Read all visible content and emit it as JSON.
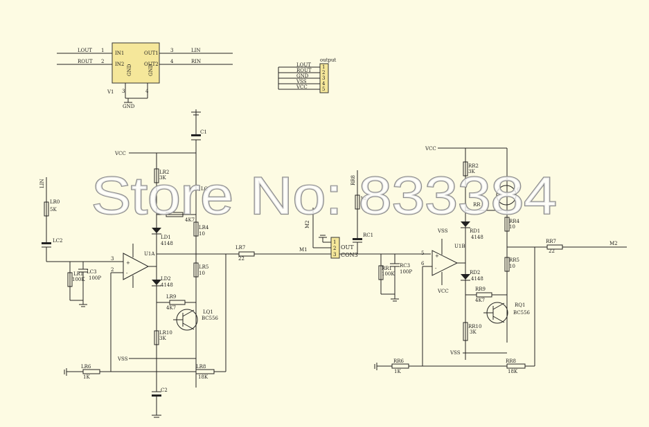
{
  "ic": {
    "pins": [
      "IN1",
      "IN2",
      "OUT1",
      "OUT2",
      "GND",
      "GND"
    ],
    "pin_numbers": [
      "1",
      "2",
      "3",
      "4",
      "3",
      "4"
    ],
    "left_nets": [
      "LOUT",
      "ROUT"
    ],
    "right_nets": [
      "LIN",
      "RIN"
    ],
    "ref": "V1",
    "gnd": "GND"
  },
  "output_header": {
    "title": "output",
    "pins": [
      "LOUT",
      "ROUT",
      "GND",
      "VSS",
      "VCC"
    ],
    "numbers": [
      "1",
      "2",
      "3",
      "4",
      "5"
    ]
  },
  "left_channel": {
    "labels": {
      "c1": "C1",
      "lr0": "LR0",
      "lr0_v": "5K",
      "lr0_net": "LIN",
      "lc2": "LC2",
      "lr1": "LR1",
      "lr1_v": "100K",
      "lc3": "LC3",
      "lc3_v": "100P",
      "u1a": "U1A",
      "ld1": "LD1",
      "ld1_v": "4148",
      "ld2": "LD2",
      "ld2_v": "4148",
      "lr2": "LR2",
      "lr2_v": "3K",
      "lr3_v": "4K7",
      "lr4": "LR4",
      "lr4_v": "10",
      "lr5": "LR5",
      "lr5_v": "10",
      "lr7": "LR7",
      "lr7_v": "22",
      "lr9": "LR9",
      "lr9_v": "4K7",
      "lq1": "LQ1",
      "lq1_v": "BC556",
      "lr10": "LR10",
      "lr10_v": "3K",
      "lr6": "LR6",
      "lr6_v": "1K",
      "lr8": "LR8",
      "lr8_v": "18K",
      "c2": "C2",
      "vcc": "VCC",
      "vss": "VSS",
      "m1": "M1",
      "plus": "+",
      "minus": "-",
      "pin3": "3",
      "pin2": "2",
      "lq_partial": "LQ"
    }
  },
  "out_con": {
    "ref": "OUT",
    "name": "CON3",
    "numbers": [
      "1",
      "2",
      "3"
    ],
    "m2": "M2",
    "m1": "M1"
  },
  "right_channel": {
    "labels": {
      "rr8": "RR8",
      "rr8_v": "18",
      "rc1": "RC1",
      "rr1": "RR1",
      "rr1_v": "100K",
      "rc3": "RC3",
      "rc3_v": "100P",
      "vcc": "VCC",
      "vss": "VSS",
      "u1b": "U1B",
      "rd1": "RD1",
      "rd1_v": "4148",
      "rd2": "RD2",
      "rd2_v": "4148",
      "rr2": "RR2",
      "rr2_v": "3K",
      "rr3": "RR",
      "rr4": "RR4",
      "rr4_v": "10",
      "rr5": "RR5",
      "rr5_v": "10",
      "rr7": "RR7",
      "rr7_v": "22",
      "rr9": "RR9",
      "rr9_v": "4K7",
      "rq1": "RQ1",
      "rq1_v": "BC556",
      "rr10": "RR10",
      "rr10_v": "3K",
      "rr6": "RR6",
      "rr6_v": "1K",
      "rr8b": "RR8",
      "rr8b_v": "18K",
      "m2": "M2",
      "pin5": "5",
      "pin6": "6",
      "plus": "+",
      "minus": "-",
      "vcc_top": "VCC",
      "r6_partial": "6"
    }
  },
  "watermark": "Store No: 833384",
  "colors": {
    "background": "#fdfbe3",
    "ink": "#222222",
    "chip": "#f5e79a"
  }
}
